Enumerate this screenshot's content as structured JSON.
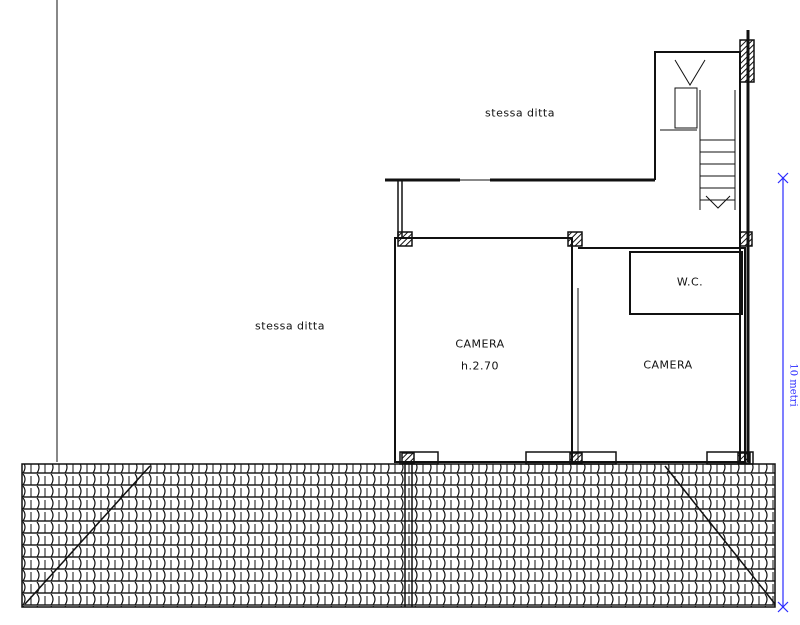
{
  "labels": {
    "upper_area": "stessa ditta",
    "left_area": "stessa ditta",
    "room_left": "CAMERA",
    "room_left_height": "h.2.70",
    "room_right": "CAMERA",
    "bathroom": "W.C."
  },
  "dimension": {
    "text": "10 metri",
    "color": "#2a2aff"
  },
  "colors": {
    "line": "#111111",
    "dimension": "#2a2aff"
  }
}
